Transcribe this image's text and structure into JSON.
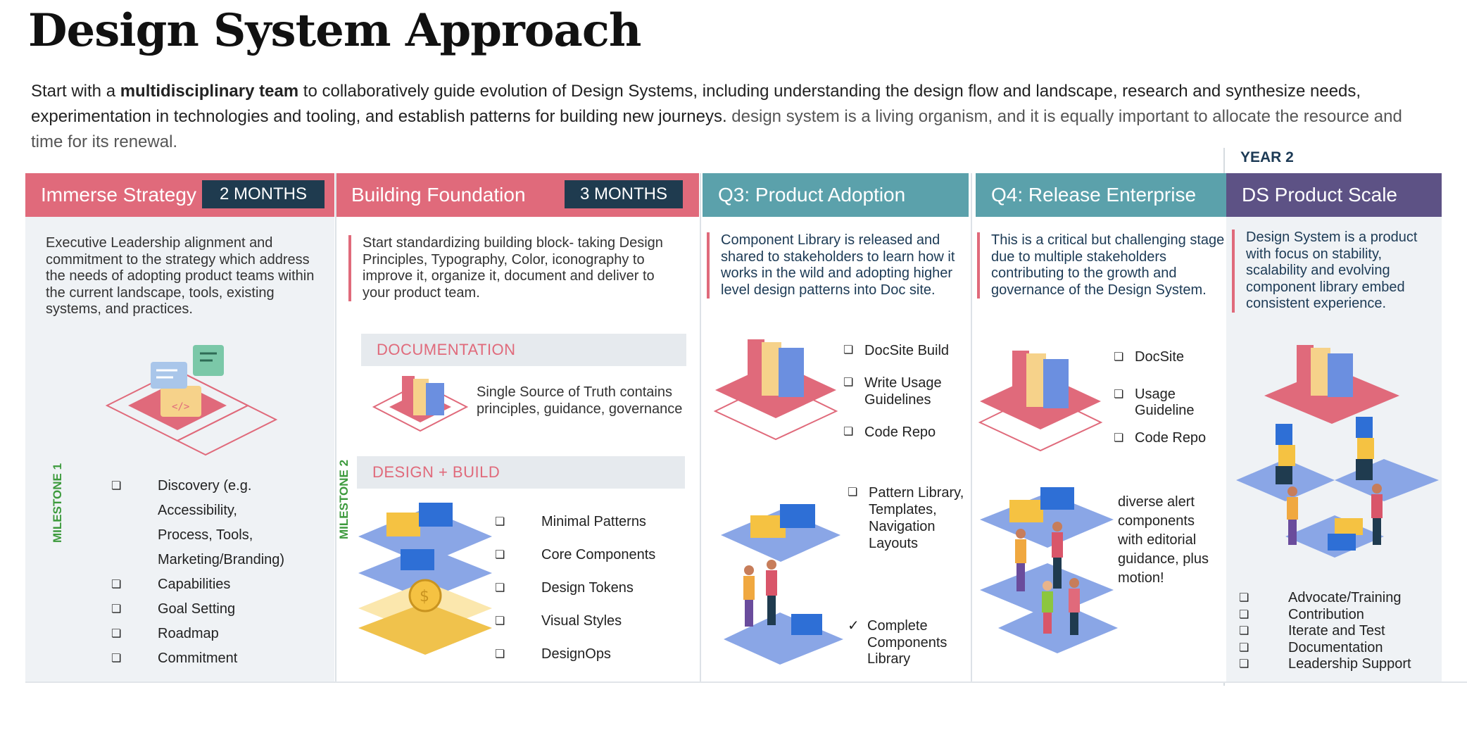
{
  "title": "Design System Approach",
  "intro": {
    "part1": "Start with a ",
    "bold": "multidisciplinary team",
    "part2": " to collaboratively guide evolution of Design Systems, including understanding the design flow and landscape, research and synthesize needs, experimentation in technologies and tooling, and establish patterns for building new journeys. ",
    "light": "design system is a living organism, and it is equally important to allocate the resource and time for its renewal."
  },
  "year_label": "YEAR 2",
  "colors": {
    "pink": "#e06a7b",
    "teal": "#5ba1ab",
    "purple": "#5d5285",
    "navy": "#1f3b4f",
    "green": "#3c9a3c",
    "blue": "#7b9be0",
    "yellow": "#f5c242"
  },
  "columns": {
    "immerse": {
      "header": "Immerse Strategy",
      "duration": "2 MONTHS",
      "description": "Executive Leadership alignment and commitment to the strategy which address the needs of adopting product teams within the current landscape, tools, existing systems, and practices.",
      "milestone": "MILESTONE 1",
      "items": [
        "Discovery (e.g.",
        "Accessibility,",
        "Process, Tools,",
        "Marketing/Branding)",
        "Capabilities",
        "Goal Setting",
        "Roadmap",
        "Commitment"
      ]
    },
    "foundation": {
      "header": "Building Foundation",
      "duration": "3 MONTHS",
      "description": "Start standardizing building block- taking Design Principles, Typography, Color, iconography to improve it, organize it, document and deliver to your product team.",
      "milestone": "MILESTONE 2",
      "documentation_label": "DOCUMENTATION",
      "documentation_text": "Single Source of Truth contains principles, guidance, governance",
      "build_label": "DESIGN +  BUILD",
      "build_items": [
        "Minimal Patterns",
        "Core Components",
        "Design Tokens",
        "Visual Styles",
        "DesignOps"
      ]
    },
    "adoption": {
      "header": "Q3: Product Adoption",
      "description": "Component Library is released and shared to stakeholders to learn how it works in the wild and adopting higher level design patterns into Doc site.",
      "items_top": [
        "DocSite Build",
        "Write Usage Guidelines",
        "Code Repo"
      ],
      "items_mid": "Pattern Library, Templates, Navigation Layouts",
      "item_done": "Complete Components Library"
    },
    "enterprise": {
      "header": "Q4: Release Enterprise",
      "description": "This is a critical but challenging stage due to multiple stakeholders contributing to the growth and governance of the Design System.",
      "items": [
        "DocSite",
        "Usage Guideline",
        "Code Repo"
      ],
      "note": "diverse alert components with editorial guidance, plus motion!"
    },
    "scale": {
      "header": "DS Product Scale",
      "description": "Design System is a product with focus on stability, scalability and evolving component library embed consistent experience.",
      "items": [
        "Advocate/Training",
        "Contribution",
        "Iterate and Test",
        "Documentation",
        "Leadership Support"
      ]
    }
  },
  "icons": [
    "checkbox-icon",
    "checkmark-icon",
    "folder-stack-icon",
    "puzzle-icon",
    "lego-block-icon",
    "coin-icon",
    "people-icon"
  ]
}
